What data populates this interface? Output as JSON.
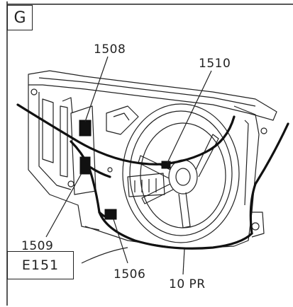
{
  "section": {
    "letter": "G"
  },
  "callouts": {
    "c1508": "1508",
    "c1510": "1510",
    "c1509": "1509",
    "c1506": "1506",
    "harness": "10 PR"
  },
  "reference": {
    "code": "E151"
  }
}
